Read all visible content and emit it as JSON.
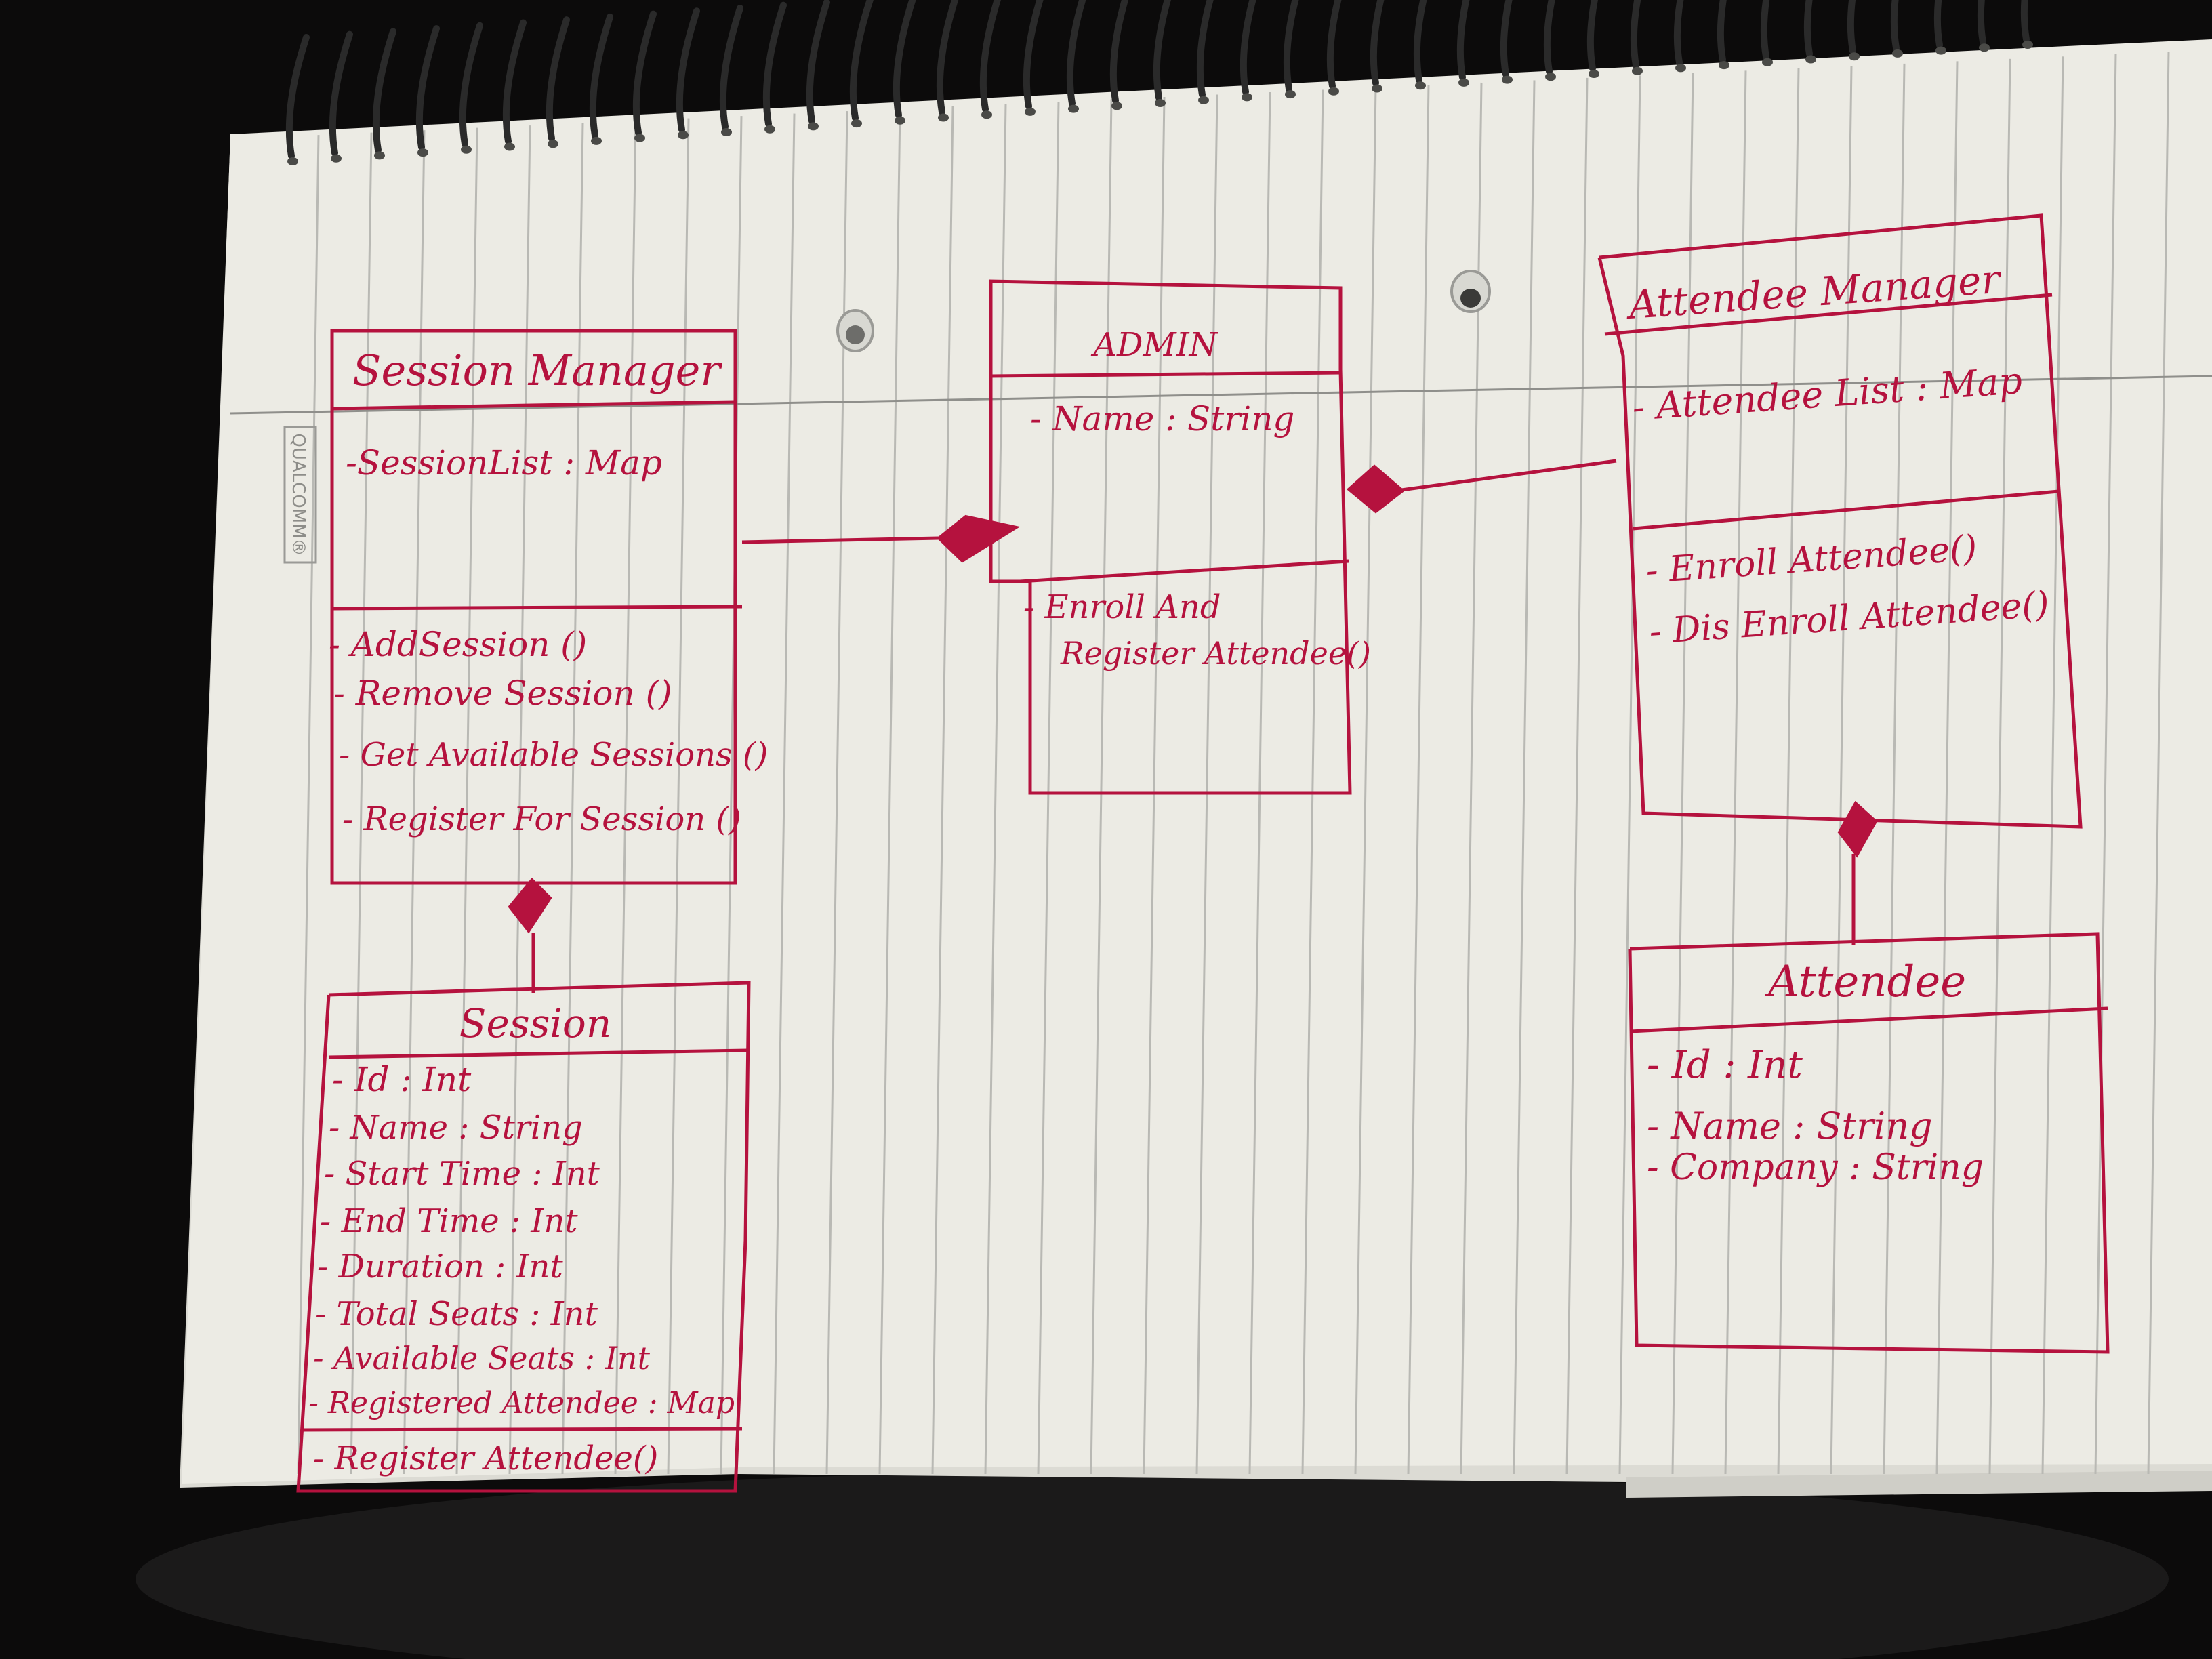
{
  "colors": {
    "background": "#0c0b0b",
    "paper": "#ecebe4",
    "ruled_line": "#b9b9b4",
    "ink": "#b5123e",
    "spiral": "#2a2a2a"
  },
  "watermark": {
    "text": "QUALCOMM®"
  },
  "classes": {
    "session_manager": {
      "name": "Session Manager",
      "attributes": [
        "-SessionList : Map"
      ],
      "methods": [
        "- AddSession ()",
        "- Remove Session ()",
        "- Get Available Sessions ()",
        "- Register For Session ()"
      ]
    },
    "admin": {
      "name": "ADMIN",
      "attributes": [
        "- Name : String"
      ],
      "methods": [
        "- Enroll And",
        "Register Attendee()"
      ]
    },
    "attendee_manager": {
      "name": "Attendee Manager",
      "attributes": [
        "- Attendee List : Map"
      ],
      "methods": [
        "- Enroll Attendee()",
        "- Dis Enroll Attendee()"
      ]
    },
    "session": {
      "name": "Session",
      "attributes": [
        "- Id : Int",
        "- Name : String",
        "- Start Time : Int",
        "- End Time : Int",
        "- Duration : Int",
        "- Total Seats : Int",
        "- Available Seats : Int",
        "- Registered Attendee : Map"
      ],
      "methods": [
        "- Register Attendee()"
      ]
    },
    "attendee": {
      "name": "Attendee",
      "attributes": [
        "- Id : Int",
        "- Name : String",
        "- Company : String"
      ],
      "methods": []
    }
  },
  "relationships": [
    {
      "from": "admin",
      "to": "session_manager",
      "type": "composition"
    },
    {
      "from": "admin",
      "to": "attendee_manager",
      "type": "composition"
    },
    {
      "from": "session_manager",
      "to": "session",
      "type": "composition"
    },
    {
      "from": "attendee_manager",
      "to": "attendee",
      "type": "composition"
    }
  ]
}
